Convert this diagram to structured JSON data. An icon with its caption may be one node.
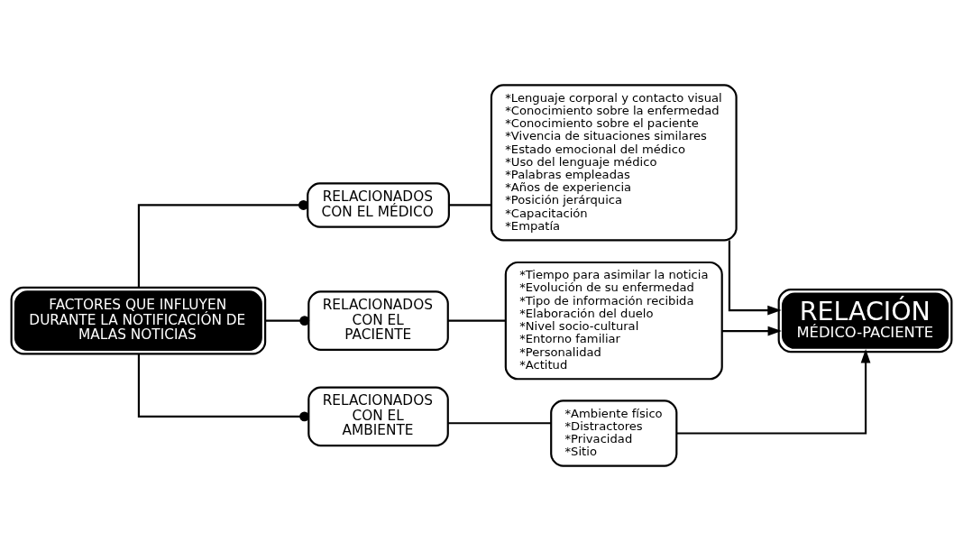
{
  "diagram": {
    "nodes": [
      {
        "text": [
          "FACTORES QUE INFLUYEN DURANTE LA NOTIFICACIÓN DE MALAS NOTICIAS"
        ]
      },
      {
        "text": [
          "RELACIONADOS CON EL MÉDICO"
        ]
      },
      {
        "text": [
          "*Lenguaje corporal y contacto visual",
          "*Conocimiento sobre la enfermedad",
          "*Conocimiento sobre el paciente",
          "*Vivencia de situaciones similares",
          "*Estado emocional del médico",
          "*Uso del lenguaje médico",
          "*Palabras empleadas",
          "*Años de experiencia",
          "*Posición jerárquica",
          "*Capacitación",
          "*Empatía"
        ]
      },
      {
        "text": [
          "RELACIONADOS CON EL PACIENTE"
        ]
      },
      {
        "text": [
          "*Tiempo para asimilar la noticia",
          "*Evolución de su enfermedad",
          "*Tipo de información recibida",
          "*Elaboración del duelo",
          "*Nivel socio-cultural",
          "*Entorno familiar",
          "*Personalidad",
          "*Actitud"
        ]
      },
      {
        "text": [
          "RELACIONADOS CON EL AMBIENTE"
        ]
      },
      {
        "text": [
          "*Ambiente físico",
          "*Distractores",
          "*Privacidad",
          "*Sitio"
        ]
      },
      {
        "text": [
          "RELACIÓN",
          "MÉDICO-PACIENTE"
        ]
      }
    ],
    "edges": [
      {
        "from": 0,
        "to": 1,
        "arrow": "other"
      },
      {
        "from": 0,
        "to": 3,
        "arrow": "other"
      },
      {
        "from": 0,
        "to": 5,
        "arrow": "other"
      },
      {
        "from": 1,
        "to": 2,
        "arrow": "none"
      },
      {
        "from": 3,
        "to": 4,
        "arrow": "none"
      },
      {
        "from": 5,
        "to": 6,
        "arrow": "none"
      },
      {
        "from": 2,
        "to": 7,
        "arrow": "to"
      },
      {
        "from": 4,
        "to": 7,
        "arrow": "to"
      },
      {
        "from": 6,
        "to": 7,
        "arrow": "to"
      }
    ]
  }
}
